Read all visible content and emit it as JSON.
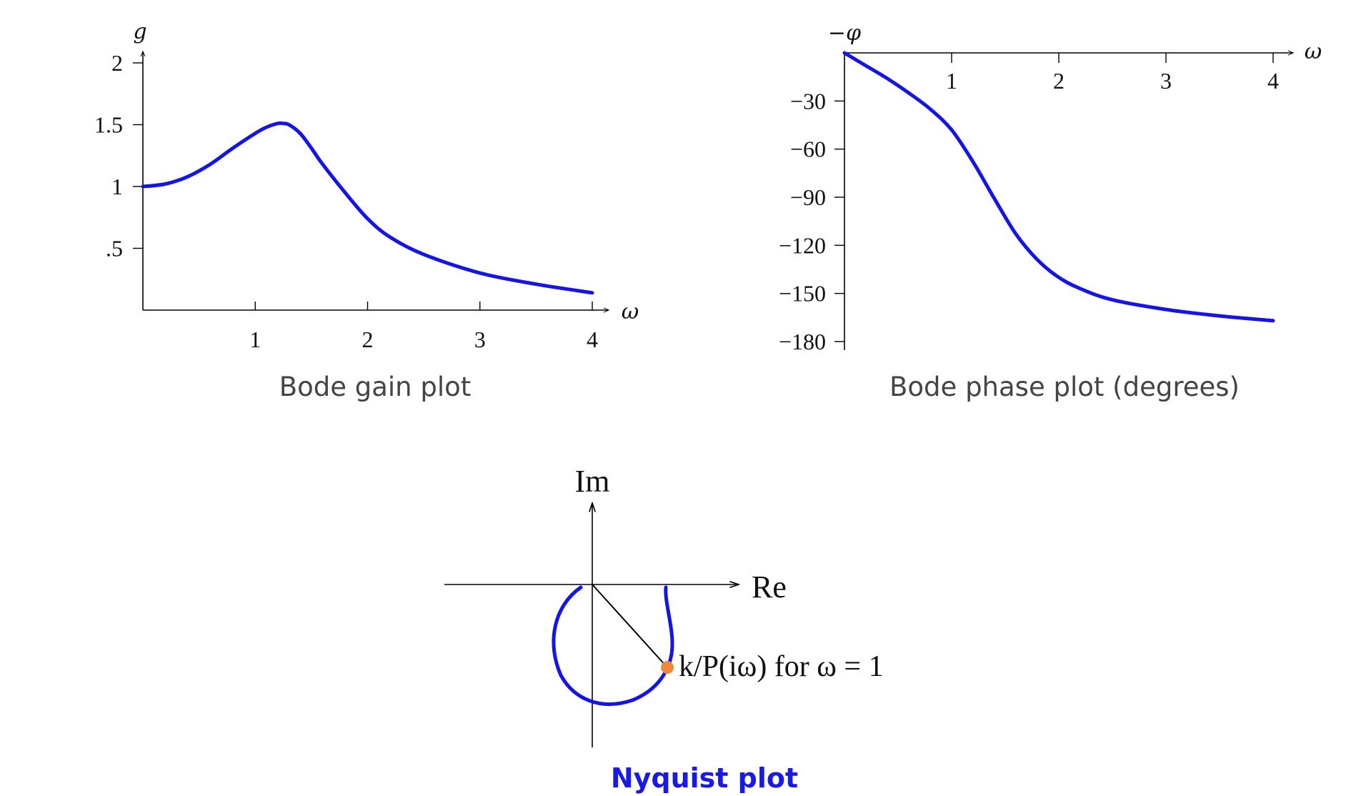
{
  "colors": {
    "curve": "#1414e6",
    "marker": "#ef8a3c",
    "nyquist_title": "#1a1ae6",
    "caption": "#444444"
  },
  "chart_data": [
    {
      "type": "line",
      "title": "Bode gain plot",
      "xlabel": "ω",
      "ylabel": "g",
      "xlim": [
        0,
        4
      ],
      "ylim": [
        0,
        2
      ],
      "x_ticks": [
        1,
        2,
        3,
        4
      ],
      "x_tick_labels": [
        "1",
        "2",
        "3",
        "4"
      ],
      "y_ticks": [
        0.5,
        1,
        1.5,
        2
      ],
      "y_tick_labels": [
        ".5",
        "1",
        "1.5",
        "2"
      ],
      "grid": false,
      "series": [
        {
          "x": [
            0,
            0.2,
            0.4,
            0.6,
            0.8,
            1.0,
            1.1,
            1.2,
            1.25,
            1.3,
            1.4,
            1.5,
            1.6,
            1.8,
            2.0,
            2.2,
            2.5,
            3.0,
            3.5,
            4.0
          ],
          "values": [
            1.0,
            1.02,
            1.08,
            1.18,
            1.31,
            1.43,
            1.48,
            1.51,
            1.51,
            1.5,
            1.43,
            1.31,
            1.18,
            0.95,
            0.74,
            0.59,
            0.45,
            0.3,
            0.21,
            0.14
          ]
        }
      ]
    },
    {
      "type": "line",
      "title": "Bode phase plot (degrees)",
      "xlabel": "ω",
      "ylabel": "−φ",
      "xlim": [
        0,
        4
      ],
      "ylim": [
        -180,
        0
      ],
      "x_ticks": [
        1,
        2,
        3,
        4
      ],
      "x_tick_labels": [
        "1",
        "2",
        "3",
        "4"
      ],
      "y_ticks": [
        -30,
        -60,
        -90,
        -120,
        -150,
        -180
      ],
      "y_tick_labels": [
        "−30",
        "−60",
        "−90",
        "−120",
        "−150",
        "−180"
      ],
      "grid": false,
      "series": [
        {
          "x": [
            0,
            0.2,
            0.4,
            0.6,
            0.8,
            1.0,
            1.2,
            1.4,
            1.6,
            1.8,
            2.0,
            2.2,
            2.5,
            3.0,
            3.5,
            4.0
          ],
          "values": [
            0,
            -8,
            -16,
            -25,
            -35,
            -48,
            -68,
            -91,
            -113,
            -129,
            -140,
            -147,
            -154,
            -160,
            -164,
            -167
          ]
        }
      ]
    },
    {
      "type": "line",
      "title": "Nyquist plot",
      "xlabel": "Re",
      "ylabel": "Im",
      "annotation": "k/P(iω) for ω = 1"
    }
  ]
}
